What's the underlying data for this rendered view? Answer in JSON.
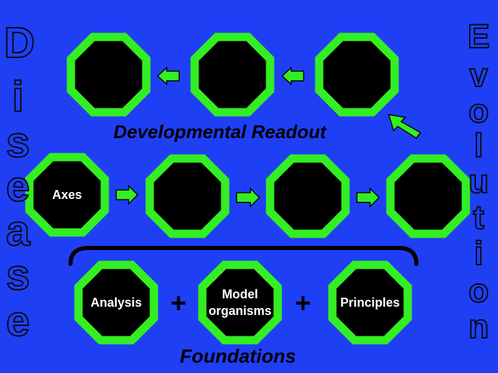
{
  "colors": {
    "background": "#1f3ff5",
    "octagon_border": "#33ee22",
    "octagon_fill": "#000000",
    "octagon_text": "#ffffff",
    "arrow_fill": "#33ee22"
  },
  "side_words": {
    "left": [
      "D",
      "i",
      "s",
      "e",
      "a",
      "s",
      "e"
    ],
    "right": [
      "E",
      "v",
      "o",
      "l",
      "u",
      "t",
      "i",
      "o",
      "n"
    ]
  },
  "captions": {
    "developmental_readout": "Developmental Readout",
    "foundations": "Foundations"
  },
  "rows": {
    "top": {
      "nodes": [
        {
          "label": ""
        },
        {
          "label": ""
        },
        {
          "label": ""
        }
      ]
    },
    "middle": {
      "nodes": [
        {
          "label": "Axes"
        },
        {
          "label": ""
        },
        {
          "label": ""
        },
        {
          "label": ""
        }
      ]
    },
    "bottom": {
      "nodes": [
        {
          "label": "Analysis"
        },
        {
          "label": "Model\norganisms"
        },
        {
          "label": "Principles"
        }
      ],
      "operators": [
        "+",
        "+"
      ]
    }
  }
}
